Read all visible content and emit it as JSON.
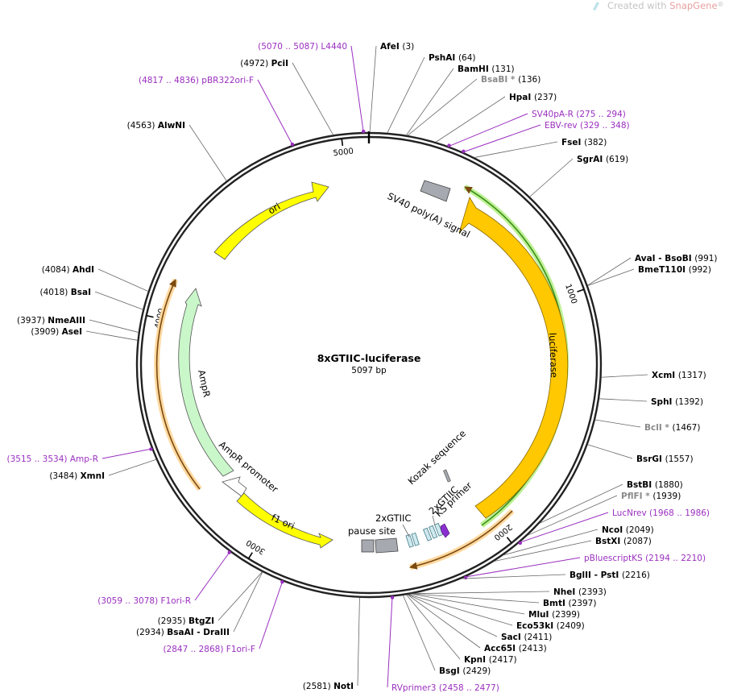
{
  "watermark": {
    "prefix": "Created with ",
    "brand": "SnapGene",
    "suffix": "®"
  },
  "plasmid": {
    "name": "8xGTIIC-luciferase",
    "size_label": "5097 bp",
    "length": 5097
  },
  "colors": {
    "backbone": "#222222",
    "ori": "#ffff00",
    "f1ori": "#ffff00",
    "ampr": "#c9f7c9",
    "luciferase": "#ffc800",
    "polyA": "#a6a9b0",
    "primer": "#9a2fbf",
    "orf_green": "#3a8f1a",
    "orf_brown": "#7a4a10",
    "glow_green": "#b8f08a",
    "glow_orange": "#ffd9a0",
    "gtiic": "#4aa3b5"
  },
  "ticks": [
    {
      "bp": 1000,
      "label": "1000"
    },
    {
      "bp": 2000,
      "label": "2000"
    },
    {
      "bp": 3000,
      "label": "3000"
    },
    {
      "bp": 4000,
      "label": "4000"
    },
    {
      "bp": 5000,
      "label": "5000"
    }
  ],
  "features": [
    {
      "name": "ori",
      "label": "ori"
    },
    {
      "name": "ampr",
      "label": "AmpR"
    },
    {
      "name": "ampr-promoter",
      "label": "AmpR promoter"
    },
    {
      "name": "f1-ori",
      "label": "f1 ori"
    },
    {
      "name": "luciferase",
      "label": "luciferase"
    },
    {
      "name": "sv40-polya",
      "label": "SV40 poly(A) signal"
    },
    {
      "name": "kozak",
      "label": "Kozak sequence"
    },
    {
      "name": "ks-primer",
      "label": "KS primer"
    },
    {
      "name": "gtiic-a",
      "label": "2xGTIIC"
    },
    {
      "name": "gtiic-b",
      "label": "2xGTIIC"
    },
    {
      "name": "pause-site",
      "label": "pause site"
    }
  ],
  "sites": [
    {
      "type": "enzyme",
      "name": "AfeI",
      "pos": "(3)",
      "bp": 3
    },
    {
      "type": "enzyme",
      "name": "PshAI",
      "pos": "(64)",
      "bp": 64
    },
    {
      "type": "enzyme",
      "name": "BamHI",
      "pos": "(131)",
      "bp": 131
    },
    {
      "type": "enzyme",
      "name": "BsaBI *",
      "pos": "(136)",
      "bp": 136,
      "gray": true
    },
    {
      "type": "enzyme",
      "name": "HpaI",
      "pos": "(237)",
      "bp": 237
    },
    {
      "type": "primer",
      "name": "SV40pA-R",
      "pos": "(275 .. 294)",
      "bp": 284
    },
    {
      "type": "primer",
      "name": "EBV-rev",
      "pos": "(329 .. 348)",
      "bp": 338
    },
    {
      "type": "enzyme",
      "name": "FseI",
      "pos": "(382)",
      "bp": 382
    },
    {
      "type": "enzyme",
      "name": "SgrAI",
      "pos": "(619)",
      "bp": 619
    },
    {
      "type": "enzyme",
      "name": "AvaI  - BsoBI",
      "pos": "(991)",
      "bp": 991
    },
    {
      "type": "enzyme",
      "name": "BmeT110I",
      "pos": "(992)",
      "bp": 992
    },
    {
      "type": "enzyme",
      "name": "XcmI",
      "pos": "(1317)",
      "bp": 1317
    },
    {
      "type": "enzyme",
      "name": "SphI",
      "pos": "(1392)",
      "bp": 1392
    },
    {
      "type": "enzyme",
      "name": "BclI *",
      "pos": "(1467)",
      "bp": 1467,
      "gray": true
    },
    {
      "type": "enzyme",
      "name": "BsrGI",
      "pos": "(1557)",
      "bp": 1557
    },
    {
      "type": "enzyme",
      "name": "BstBI",
      "pos": "(1880)",
      "bp": 1880
    },
    {
      "type": "enzyme",
      "name": "PflFI *",
      "pos": "(1939)",
      "bp": 1939,
      "gray": true
    },
    {
      "type": "primer",
      "name": "LucNrev",
      "pos": "(1968 .. 1986)",
      "bp": 1977
    },
    {
      "type": "enzyme",
      "name": "NcoI",
      "pos": "(2049)",
      "bp": 2049
    },
    {
      "type": "enzyme",
      "name": "BstXI",
      "pos": "(2087)",
      "bp": 2087
    },
    {
      "type": "primer",
      "name": "pBluescriptKS",
      "pos": "(2194 .. 2210)",
      "bp": 2202
    },
    {
      "type": "enzyme",
      "name": "BglII  - PstI",
      "pos": "(2216)",
      "bp": 2216
    },
    {
      "type": "enzyme",
      "name": "NheI",
      "pos": "(2393)",
      "bp": 2393
    },
    {
      "type": "enzyme",
      "name": "BmtI",
      "pos": "(2397)",
      "bp": 2397
    },
    {
      "type": "enzyme",
      "name": "MluI",
      "pos": "(2399)",
      "bp": 2399
    },
    {
      "type": "enzyme",
      "name": "Eco53kI",
      "pos": "(2409)",
      "bp": 2409
    },
    {
      "type": "enzyme",
      "name": "SacI",
      "pos": "(2411)",
      "bp": 2411
    },
    {
      "type": "enzyme",
      "name": "Acc65I",
      "pos": "(2413)",
      "bp": 2413
    },
    {
      "type": "enzyme",
      "name": "KpnI",
      "pos": "(2417)",
      "bp": 2417
    },
    {
      "type": "enzyme",
      "name": "BsgI",
      "pos": "(2429)",
      "bp": 2429
    },
    {
      "type": "primer",
      "name": "RVprimer3",
      "pos": "(2458 .. 2477)",
      "bp": 2467
    },
    {
      "type": "enzyme",
      "name": "NotI",
      "pos": "(2581)",
      "bp": 2581
    },
    {
      "type": "primer",
      "name": "F1ori-F",
      "pos": "(2847 .. 2868)",
      "bp": 2857
    },
    {
      "type": "enzyme",
      "name": "BsaAI  - DraIII",
      "pos": "(2934)",
      "bp": 2934
    },
    {
      "type": "enzyme",
      "name": "BtgZI",
      "pos": "(2935)",
      "bp": 2935
    },
    {
      "type": "primer",
      "name": "F1ori-R",
      "pos": "(3059 .. 3078)",
      "bp": 3068
    },
    {
      "type": "enzyme",
      "name": "XmnI",
      "pos": "(3484)",
      "bp": 3484
    },
    {
      "type": "primer",
      "name": "Amp-R",
      "pos": "(3515 .. 3534)",
      "bp": 3524
    },
    {
      "type": "enzyme",
      "name": "AseI",
      "pos": "(3909)",
      "bp": 3909
    },
    {
      "type": "enzyme",
      "name": "NmeAIII",
      "pos": "(3937)",
      "bp": 3937
    },
    {
      "type": "enzyme",
      "name": "BsaI",
      "pos": "(4018)",
      "bp": 4018
    },
    {
      "type": "enzyme",
      "name": "AhdI",
      "pos": "(4084)",
      "bp": 4084
    },
    {
      "type": "enzyme",
      "name": "AlwNI",
      "pos": "(4563)",
      "bp": 4563
    },
    {
      "type": "primer",
      "name": "pBR322ori-F",
      "pos": "(4817 .. 4836)",
      "bp": 4826
    },
    {
      "type": "enzyme",
      "name": "PciI",
      "pos": "(4972)",
      "bp": 4972
    },
    {
      "type": "primer",
      "name": "L4440",
      "pos": "(5070 .. 5087)",
      "bp": 5078
    }
  ]
}
